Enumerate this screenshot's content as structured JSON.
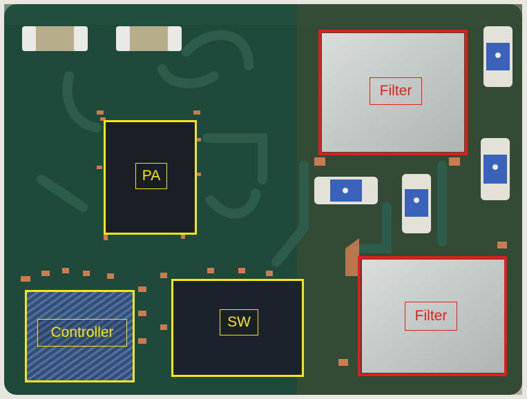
{
  "labels": {
    "pa": "PA",
    "sw": "SW",
    "controller": "Controller",
    "filter_top": "Filter",
    "filter_bottom": "Filter"
  },
  "colors": {
    "pcb_green": "#1f4a3b",
    "copper": "#c97c52",
    "annotation_yellow": "#f5e61a",
    "annotation_red": "#e01e1e",
    "filter_metal": "#c9cfcd",
    "die_black": "#1a1f26",
    "controller_blue": "#3c5a86"
  },
  "icons": [
    "capacitor-icon",
    "blue-smd-component-icon"
  ]
}
